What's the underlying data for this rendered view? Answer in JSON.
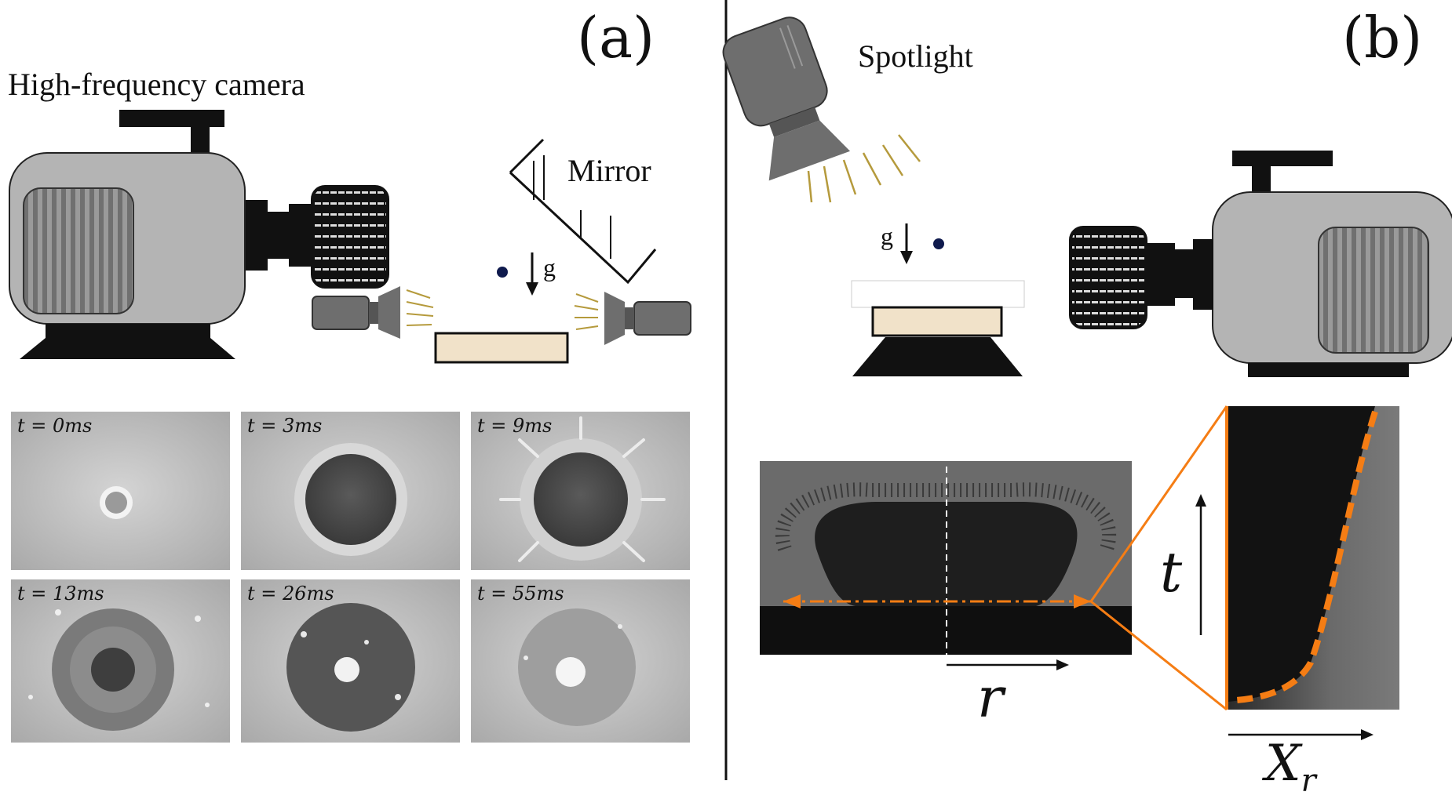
{
  "panel_a": {
    "label": "(a)",
    "camera_label": "High-frequency camera",
    "mirror_label": "Mirror",
    "gravity_label": "g",
    "frames": [
      {
        "time": "t = 0ms"
      },
      {
        "time": "t = 3ms"
      },
      {
        "time": "t = 9ms"
      },
      {
        "time": "t = 13ms"
      },
      {
        "time": "t = 26ms"
      },
      {
        "time": "t = 55ms"
      }
    ]
  },
  "panel_b": {
    "label": "(b)",
    "spotlight_label": "Spotlight",
    "gravity_label": "g",
    "radial_label": "r",
    "time_axis_label": "t",
    "x_axis_label": "X",
    "x_axis_subscript": "r"
  },
  "colors": {
    "camera_body": "#b4b4b4",
    "dark_gray": "#6e6e6e",
    "sand": "#f1e2c9",
    "light_rays": "#b59a3c",
    "orange_trace": "#f57d14",
    "droplet": "#0f1a4d"
  }
}
